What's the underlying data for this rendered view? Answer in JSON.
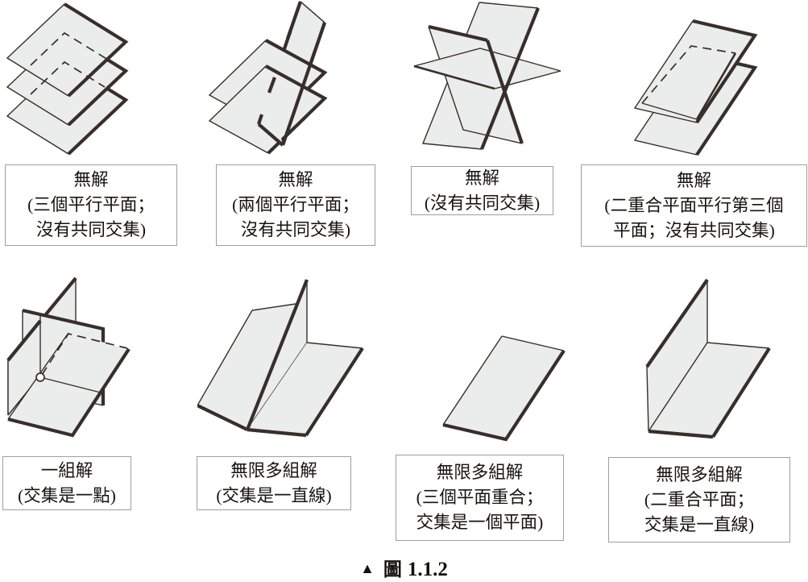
{
  "style": {
    "plane_fill": "#ebecec",
    "plane_stroke": "#382e2a",
    "box_border_color": "#9e9e9e",
    "text_color": "#191210"
  },
  "cells": [
    {
      "id": "no-solution-three-parallel-planes",
      "label_lines": [
        "無解",
        "(三個平行平面；",
        "沒有共同交集)"
      ]
    },
    {
      "id": "no-solution-two-parallel-planes",
      "label_lines": [
        "無解",
        "(兩個平行平面；",
        "沒有共同交集)"
      ]
    },
    {
      "id": "no-solution-no-common-intersection",
      "label_lines": [
        "無解",
        "(沒有共同交集)"
      ]
    },
    {
      "id": "no-solution-two-coincident-parallel-third",
      "label_lines": [
        "無解",
        "(二重合平面平行第三個",
        "平面；沒有共同交集)"
      ]
    },
    {
      "id": "one-solution-point",
      "label_lines": [
        "一組解",
        "(交集是一點)"
      ]
    },
    {
      "id": "infinite-solutions-line",
      "label_lines": [
        "無限多組解",
        "(交集是一直線)"
      ]
    },
    {
      "id": "infinite-solutions-three-coincident-plane",
      "label_lines": [
        "無限多組解",
        "(三個平面重合；",
        "交集是一個平面)"
      ]
    },
    {
      "id": "infinite-solutions-two-coincident-line",
      "label_lines": [
        "無限多組解",
        "(二重合平面；",
        "交集是一直線)"
      ]
    }
  ],
  "caption": {
    "marker": "▲",
    "label": "圖",
    "number": "1.1.2"
  }
}
